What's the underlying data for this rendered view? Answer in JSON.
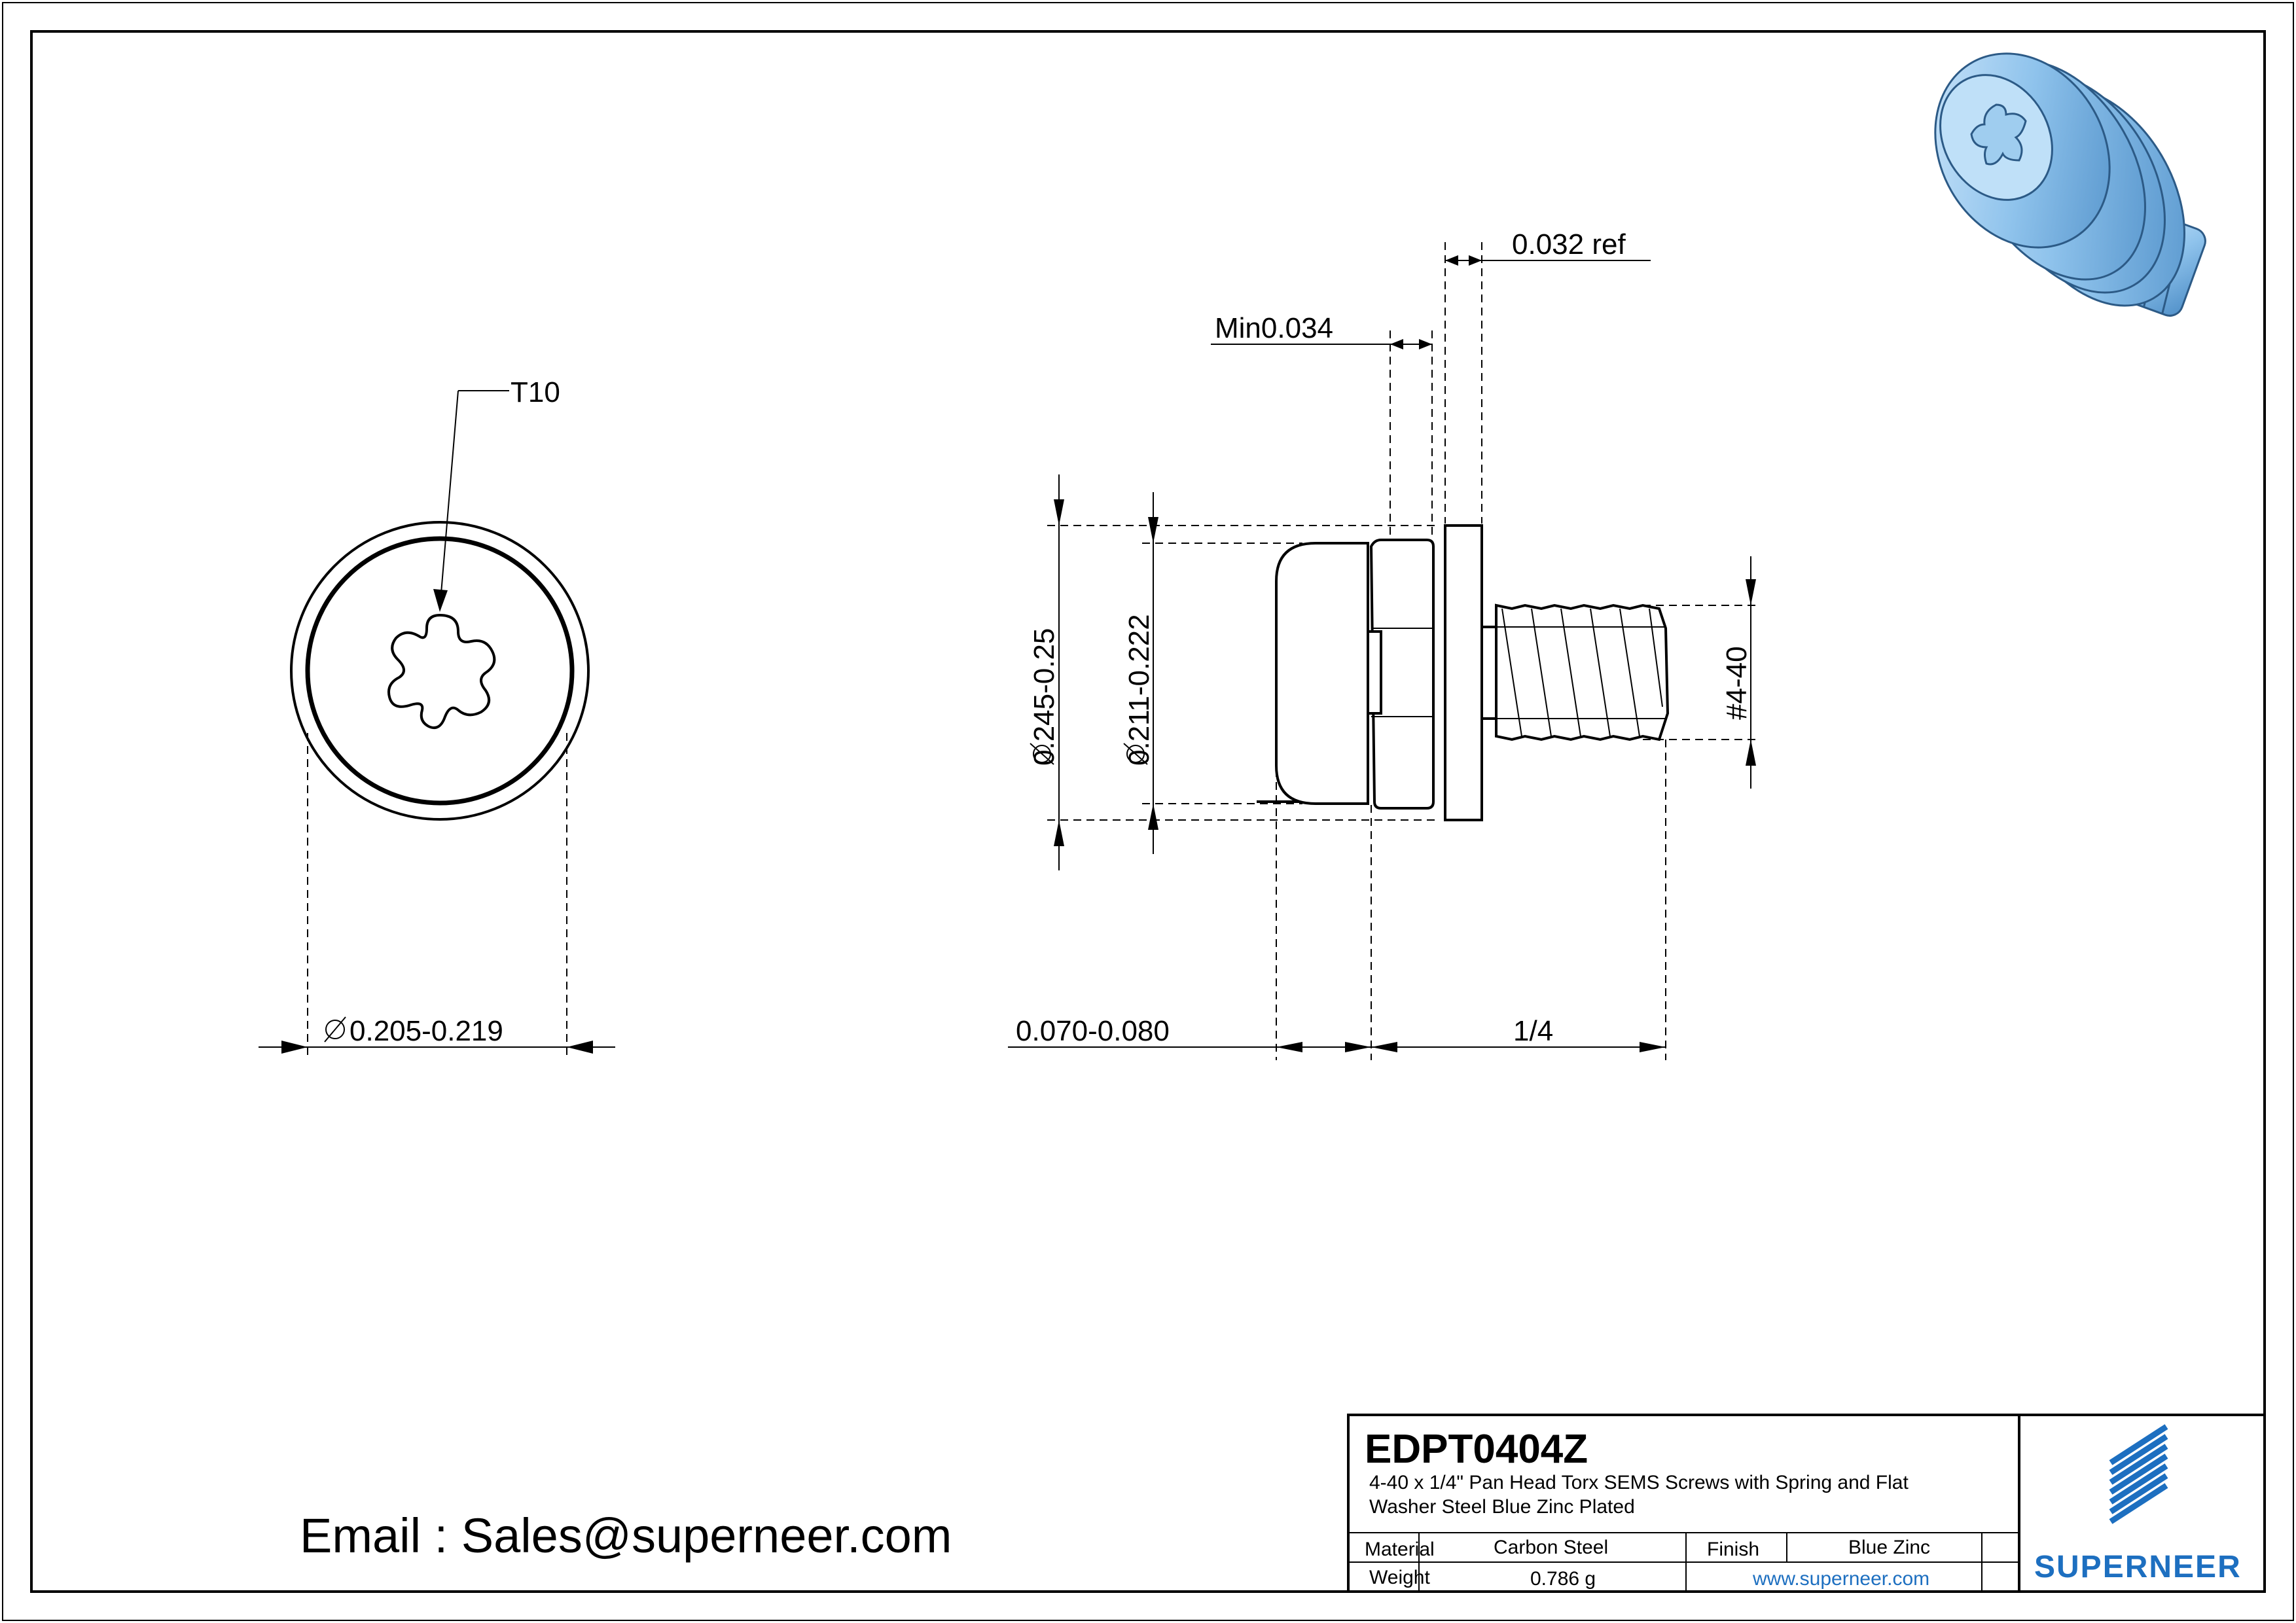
{
  "title_block": {
    "part_number": "EDPT0404Z",
    "description_line1": "4-40 x 1/4\" Pan Head Torx SEMS Screws with Spring and Flat",
    "description_line2": "Washer Steel Blue Zinc Plated",
    "material_label": "Material",
    "material_value": "Carbon Steel",
    "finish_label": "Finish",
    "finish_value": "Blue Zinc",
    "weight_label": "Weight",
    "weight_value": "0.786 g",
    "website": "www.superneer.com",
    "brand": "SUPERNEER",
    "brand_color": "#1d6fc0"
  },
  "email_text": "Email : Sales@superneer.com",
  "dimensions": {
    "drive": "T10",
    "head_diameter": "0.205-0.219",
    "washer_thickness": "0.032 ref",
    "spring_washer": "Min0.034",
    "outer_diameter": "0.245-0.25",
    "head_outer": "0.211-0.222",
    "thread": "#4-40",
    "head_height": "0.070-0.080",
    "length": "1/4"
  },
  "colors": {
    "line": "#000000",
    "render_blue": "#8fc3ec"
  }
}
